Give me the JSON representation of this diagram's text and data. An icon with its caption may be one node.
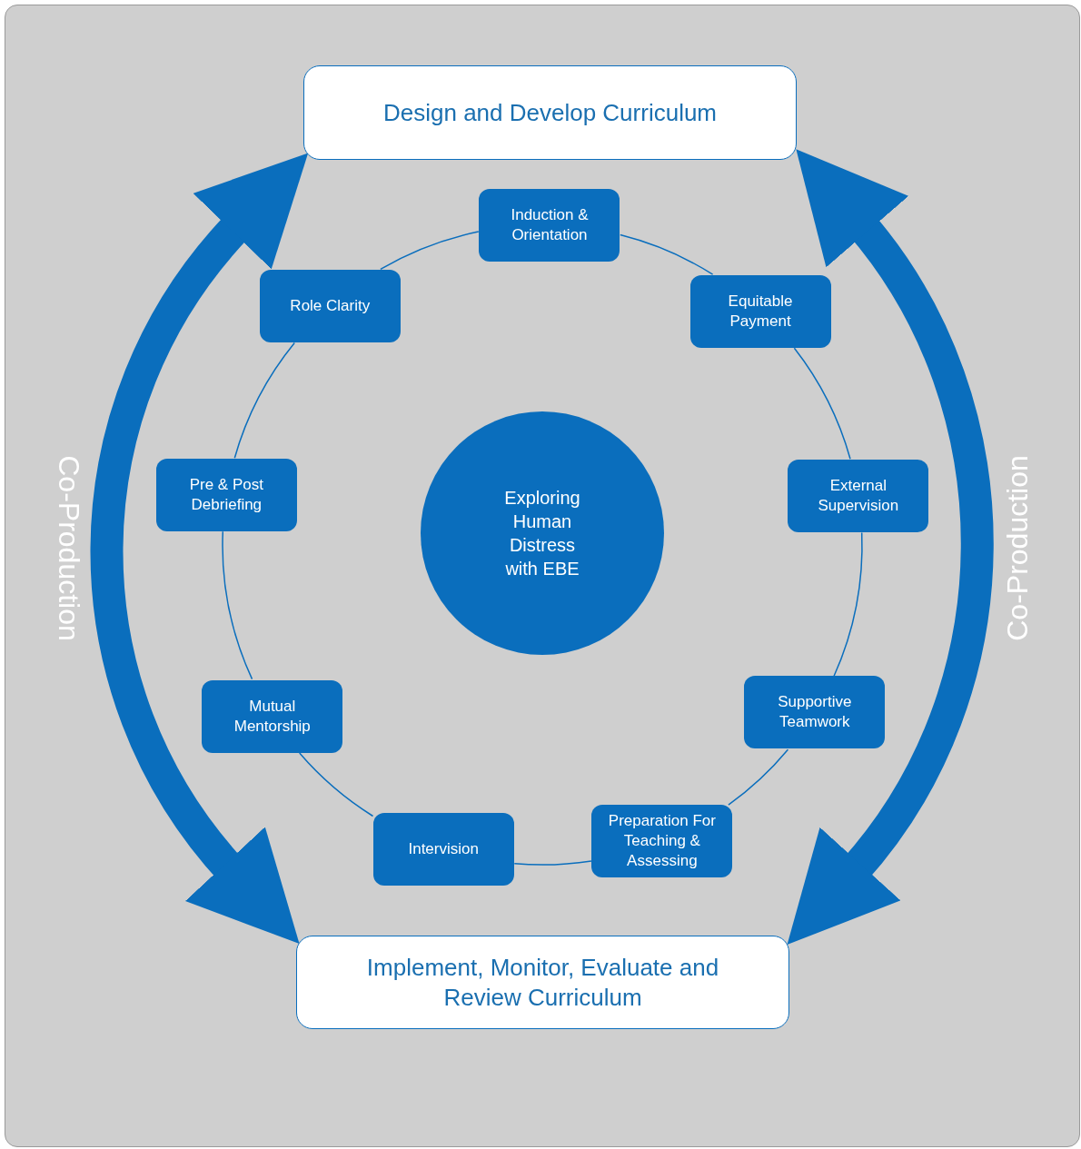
{
  "diagram": {
    "nodes": [
      {
        "text": [
          "Design and Develop Curriculum"
        ]
      },
      {
        "text": [
          "Induction & Orientation"
        ]
      },
      {
        "text": [
          "Equitable Payment"
        ]
      },
      {
        "text": [
          "External Supervision"
        ]
      },
      {
        "text": [
          "Supportive Teamwork"
        ]
      },
      {
        "text": [
          "Preparation For Teaching & Assessing"
        ]
      },
      {
        "text": [
          "Intervision"
        ]
      },
      {
        "text": [
          "Mutual Mentorship"
        ]
      },
      {
        "text": [
          "Pre & Post Debriefing"
        ]
      },
      {
        "text": [
          "Role Clarity"
        ]
      },
      {
        "text": [
          "Exploring Human Distress with EBE"
        ]
      },
      {
        "text": [
          "Implement, Monitor, Evaluate and Review Curriculum"
        ]
      }
    ],
    "edges": [
      {
        "from": 1,
        "to": 2,
        "arrow": "none"
      },
      {
        "from": 2,
        "to": 3,
        "arrow": "none"
      },
      {
        "from": 3,
        "to": 4,
        "arrow": "none"
      },
      {
        "from": 4,
        "to": 5,
        "arrow": "none"
      },
      {
        "from": 5,
        "to": 6,
        "arrow": "none"
      },
      {
        "from": 6,
        "to": 7,
        "arrow": "none"
      },
      {
        "from": 7,
        "to": 8,
        "arrow": "none"
      },
      {
        "from": 8,
        "to": 9,
        "arrow": "none"
      },
      {
        "from": 9,
        "to": 1,
        "arrow": "none"
      },
      {
        "from": 0,
        "to": 11,
        "arrow": "both",
        "label": "Co-Production",
        "style": "thick"
      },
      {
        "from": 0,
        "to": 11,
        "arrow": "both",
        "label": "Co-Production",
        "style": "thick"
      }
    ]
  }
}
